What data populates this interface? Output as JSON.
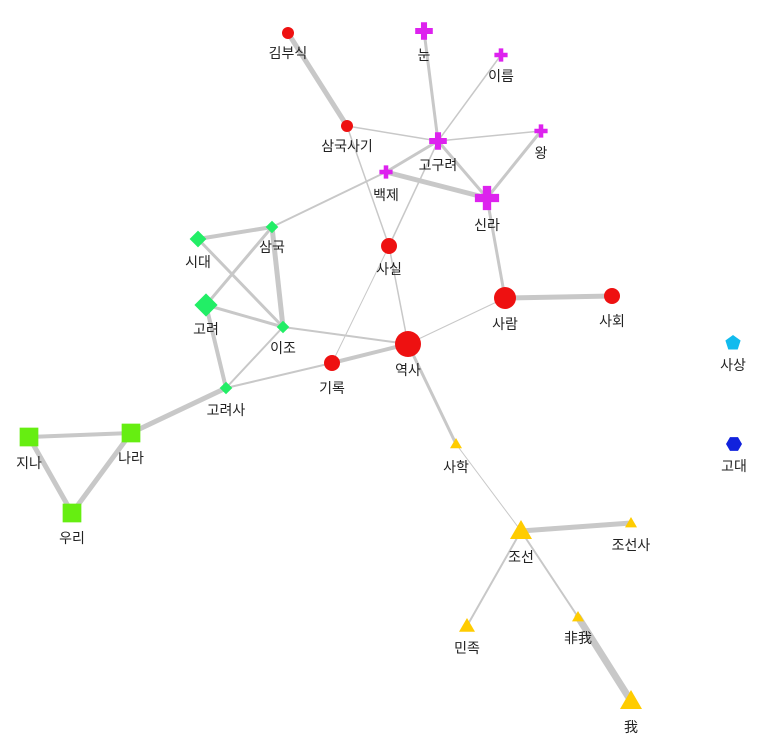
{
  "colors": {
    "history": "#ee1111",
    "kingdom": "#dd22ee",
    "dynasty": "#22ee66",
    "nation": "#66ee11",
    "joseon": "#ffcc00",
    "thought": "#11bbee",
    "ancient": "#1122dd",
    "edge": "#c8c8c8"
  },
  "nodes": [
    {
      "id": "gimbusik",
      "label": "김부식",
      "shape": "circle",
      "group": "history",
      "size": "small"
    },
    {
      "id": "samguksagi",
      "label": "삼국사기",
      "shape": "circle",
      "group": "history",
      "size": "small"
    },
    {
      "id": "sasil",
      "label": "사실",
      "shape": "circle",
      "group": "history",
      "size": "medium"
    },
    {
      "id": "saram",
      "label": "사람",
      "shape": "circle",
      "group": "history",
      "size": "large"
    },
    {
      "id": "sahoe",
      "label": "사회",
      "shape": "circle",
      "group": "history",
      "size": "medium"
    },
    {
      "id": "yeoksa",
      "label": "역사",
      "shape": "circle",
      "group": "history",
      "size": "xlarge"
    },
    {
      "id": "girok",
      "label": "기록",
      "shape": "circle",
      "group": "history",
      "size": "medium"
    },
    {
      "id": "nun",
      "label": "눈",
      "shape": "cross",
      "group": "kingdom",
      "size": "medium"
    },
    {
      "id": "ireum",
      "label": "이름",
      "shape": "cross",
      "group": "kingdom",
      "size": "small"
    },
    {
      "id": "goguryeo",
      "label": "고구려",
      "shape": "cross",
      "group": "kingdom",
      "size": "medium"
    },
    {
      "id": "wang",
      "label": "왕",
      "shape": "cross",
      "group": "kingdom",
      "size": "small"
    },
    {
      "id": "baekje",
      "label": "백제",
      "shape": "cross",
      "group": "kingdom",
      "size": "small"
    },
    {
      "id": "silla",
      "label": "신라",
      "shape": "cross",
      "group": "kingdom",
      "size": "large"
    },
    {
      "id": "sidae",
      "label": "시대",
      "shape": "diamond",
      "group": "dynasty",
      "size": "medium"
    },
    {
      "id": "samguk",
      "label": "삼국",
      "shape": "diamond",
      "group": "dynasty",
      "size": "small"
    },
    {
      "id": "goryeo",
      "label": "고려",
      "shape": "diamond",
      "group": "dynasty",
      "size": "large"
    },
    {
      "id": "ijo",
      "label": "이조",
      "shape": "diamond",
      "group": "dynasty",
      "size": "small"
    },
    {
      "id": "goryeosa",
      "label": "고려사",
      "shape": "diamond",
      "group": "dynasty",
      "size": "small"
    },
    {
      "id": "jina",
      "label": "지나",
      "shape": "square",
      "group": "nation",
      "size": "large"
    },
    {
      "id": "nara",
      "label": "나라",
      "shape": "square",
      "group": "nation",
      "size": "large"
    },
    {
      "id": "uri",
      "label": "우리",
      "shape": "square",
      "group": "nation",
      "size": "large"
    },
    {
      "id": "sahak",
      "label": "사학",
      "shape": "triangle",
      "group": "joseon",
      "size": "small"
    },
    {
      "id": "joseon",
      "label": "조선",
      "shape": "triangle",
      "group": "joseon",
      "size": "large"
    },
    {
      "id": "joseonsa",
      "label": "조선사",
      "shape": "triangle",
      "group": "joseon",
      "size": "small"
    },
    {
      "id": "minjok",
      "label": "민족",
      "shape": "triangle",
      "group": "joseon",
      "size": "medium"
    },
    {
      "id": "bia",
      "label": "非我",
      "shape": "triangle",
      "group": "joseon",
      "size": "small"
    },
    {
      "id": "a",
      "label": "我",
      "shape": "triangle",
      "group": "joseon",
      "size": "large"
    },
    {
      "id": "sasang",
      "label": "사상",
      "shape": "pentagon",
      "group": "thought",
      "size": "medium"
    },
    {
      "id": "godae",
      "label": "고대",
      "shape": "hexagon",
      "group": "ancient",
      "size": "medium"
    }
  ],
  "edges": [
    {
      "from": "gimbusik",
      "to": "samguksagi",
      "weight": 5
    },
    {
      "from": "samguksagi",
      "to": "goguryeo",
      "weight": 1.5
    },
    {
      "from": "samguksagi",
      "to": "sasil",
      "weight": 1.5
    },
    {
      "from": "nun",
      "to": "goguryeo",
      "weight": 3
    },
    {
      "from": "ireum",
      "to": "goguryeo",
      "weight": 1.5
    },
    {
      "from": "wang",
      "to": "goguryeo",
      "weight": 1.5
    },
    {
      "from": "wang",
      "to": "silla",
      "weight": 3
    },
    {
      "from": "goguryeo",
      "to": "silla",
      "weight": 3
    },
    {
      "from": "goguryeo",
      "to": "baekje",
      "weight": 3
    },
    {
      "from": "goguryeo",
      "to": "sasil",
      "weight": 1.5
    },
    {
      "from": "baekje",
      "to": "silla",
      "weight": 5
    },
    {
      "from": "baekje",
      "to": "samguk",
      "weight": 2
    },
    {
      "from": "silla",
      "to": "saram",
      "weight": 3
    },
    {
      "from": "saram",
      "to": "sahoe",
      "weight": 5
    },
    {
      "from": "saram",
      "to": "yeoksa",
      "weight": 1
    },
    {
      "from": "sasil",
      "to": "yeoksa",
      "weight": 1.5
    },
    {
      "from": "sasil",
      "to": "girok",
      "weight": 1
    },
    {
      "from": "girok",
      "to": "yeoksa",
      "weight": 4
    },
    {
      "from": "sidae",
      "to": "samguk",
      "weight": 4
    },
    {
      "from": "sidae",
      "to": "ijo",
      "weight": 3
    },
    {
      "from": "samguk",
      "to": "goryeo",
      "weight": 3
    },
    {
      "from": "samguk",
      "to": "ijo",
      "weight": 5
    },
    {
      "from": "goryeo",
      "to": "ijo",
      "weight": 3
    },
    {
      "from": "goryeo",
      "to": "goryeosa",
      "weight": 4
    },
    {
      "from": "ijo",
      "to": "goryeosa",
      "weight": 2
    },
    {
      "from": "ijo",
      "to": "yeoksa",
      "weight": 2
    },
    {
      "from": "goryeosa",
      "to": "girok",
      "weight": 2
    },
    {
      "from": "goryeosa",
      "to": "nara",
      "weight": 5
    },
    {
      "from": "jina",
      "to": "nara",
      "weight": 4
    },
    {
      "from": "jina",
      "to": "uri",
      "weight": 5
    },
    {
      "from": "nara",
      "to": "uri",
      "weight": 5
    },
    {
      "from": "yeoksa",
      "to": "sahak",
      "weight": 3
    },
    {
      "from": "sahak",
      "to": "joseon",
      "weight": 1
    },
    {
      "from": "joseon",
      "to": "joseonsa",
      "weight": 5
    },
    {
      "from": "joseon",
      "to": "minjok",
      "weight": 2
    },
    {
      "from": "joseon",
      "to": "bia",
      "weight": 2
    },
    {
      "from": "bia",
      "to": "a",
      "weight": 7
    }
  ]
}
